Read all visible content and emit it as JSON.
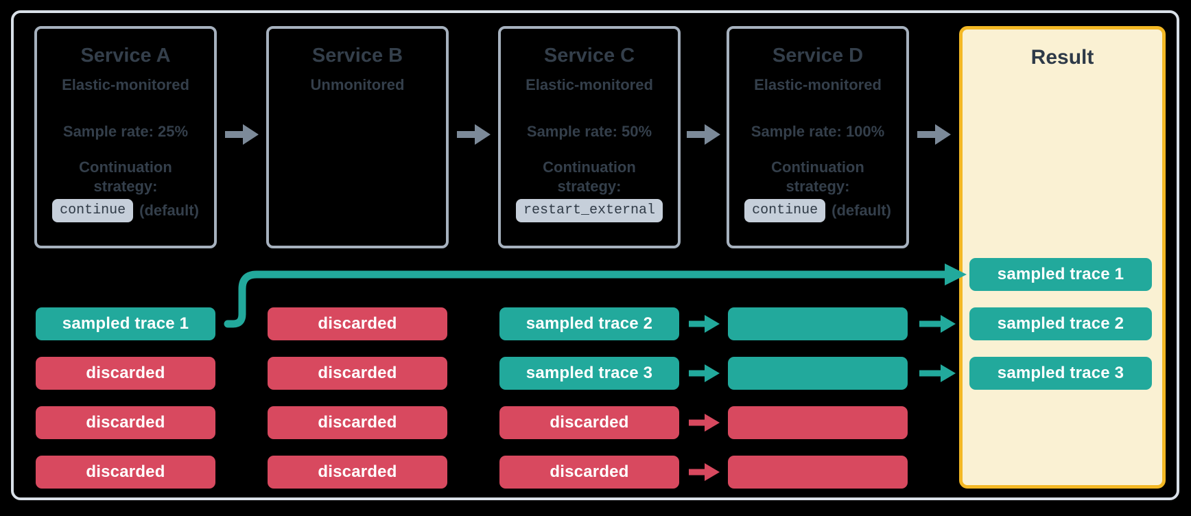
{
  "colors": {
    "background": "#000000",
    "frame-border": "#D9E0E8",
    "box-border": "#A6B1BE",
    "box-text": "#343F4B",
    "chip-bg": "#C6CFDA",
    "chip-text": "#2F3A46",
    "teal": "#22A99C",
    "red": "#D8495F",
    "arrow-gray": "#7C8A99",
    "result-bg": "#FAF1D3",
    "result-border": "#F3B824",
    "result-title": "#2E3A48",
    "pill-text": "#FFFFFF"
  },
  "services": [
    {
      "title": "Service A",
      "subtitle": "Elastic-monitored",
      "sample_rate": "Sample rate: 25%",
      "continuation_label": "Continuation strategy:",
      "strategy_code": "continue",
      "strategy_suffix": "(default)"
    },
    {
      "title": "Service B",
      "subtitle": "Unmonitored"
    },
    {
      "title": "Service C",
      "subtitle": "Elastic-monitored",
      "sample_rate": "Sample rate: 50%",
      "continuation_label": "Continuation strategy:",
      "strategy_code": "restart_external"
    },
    {
      "title": "Service D",
      "subtitle": "Elastic-monitored",
      "sample_rate": "Sample rate: 100%",
      "continuation_label": "Continuation strategy:",
      "strategy_code": "continue",
      "strategy_suffix": "(default)"
    }
  ],
  "trace_columns": [
    {
      "service": "Service A",
      "pills": [
        {
          "label": "sampled trace 1",
          "type": "sampled"
        },
        {
          "label": "discarded",
          "type": "discarded"
        },
        {
          "label": "discarded",
          "type": "discarded"
        },
        {
          "label": "discarded",
          "type": "discarded"
        }
      ]
    },
    {
      "service": "Service B",
      "pills": [
        {
          "label": "discarded",
          "type": "discarded"
        },
        {
          "label": "discarded",
          "type": "discarded"
        },
        {
          "label": "discarded",
          "type": "discarded"
        },
        {
          "label": "discarded",
          "type": "discarded"
        }
      ]
    },
    {
      "service": "Service C",
      "pills": [
        {
          "label": "sampled trace 2",
          "type": "sampled"
        },
        {
          "label": "sampled trace 3",
          "type": "sampled"
        },
        {
          "label": "discarded",
          "type": "discarded"
        },
        {
          "label": "discarded",
          "type": "discarded"
        }
      ]
    },
    {
      "service": "Service D",
      "pills": [
        {
          "label": "",
          "type": "sampled"
        },
        {
          "label": "",
          "type": "sampled"
        },
        {
          "label": "",
          "type": "discarded"
        },
        {
          "label": "",
          "type": "discarded"
        }
      ]
    }
  ],
  "result": {
    "title": "Result",
    "pills": [
      {
        "label": "sampled trace 1",
        "type": "sampled"
      },
      {
        "label": "sampled trace 2",
        "type": "sampled"
      },
      {
        "label": "sampled trace 3",
        "type": "sampled"
      }
    ]
  }
}
